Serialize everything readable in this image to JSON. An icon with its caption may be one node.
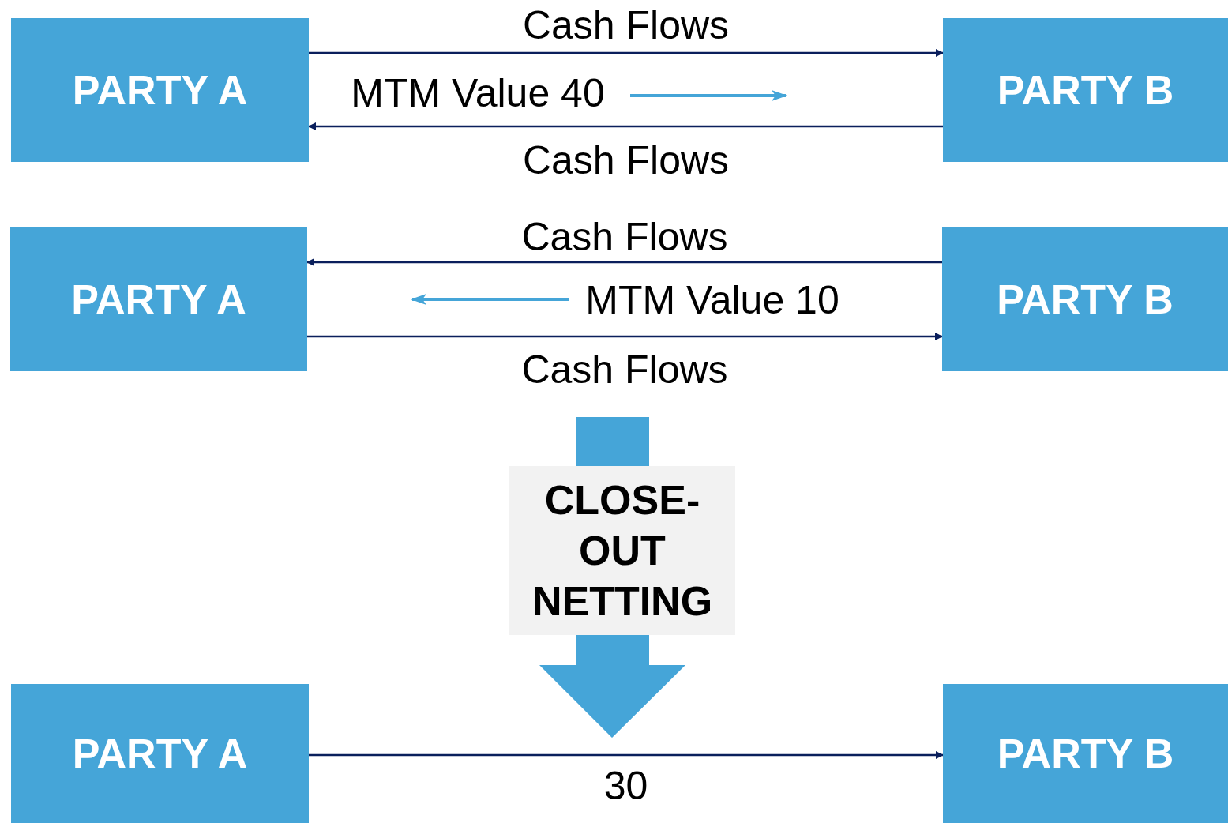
{
  "diagram": {
    "nodes": [
      {
        "text": [
          "PARTY A"
        ]
      },
      {
        "text": [
          "PARTY B"
        ]
      },
      {
        "text": [
          "PARTY A"
        ]
      },
      {
        "text": [
          "PARTY B"
        ]
      },
      {
        "text": [
          "CLOSE-OUT NETTING"
        ]
      },
      {
        "text": [
          "PARTY A"
        ]
      },
      {
        "text": [
          "PARTY B"
        ]
      }
    ],
    "edges": [
      {
        "from": 0,
        "to": 1,
        "arrow": "to",
        "label": "Cash Flows"
      },
      {
        "from": 1,
        "to": 0,
        "arrow": "to",
        "label": "Cash Flows"
      },
      {
        "from": 3,
        "to": 2,
        "arrow": "to",
        "label": "Cash Flows"
      },
      {
        "from": 2,
        "to": 3,
        "arrow": "to",
        "label": "Cash Flows"
      },
      {
        "from": 5,
        "to": 6,
        "arrow": "to",
        "label": "30"
      }
    ],
    "labels": [
      "MTM Value 40",
      "MTM Value 10"
    ]
  }
}
